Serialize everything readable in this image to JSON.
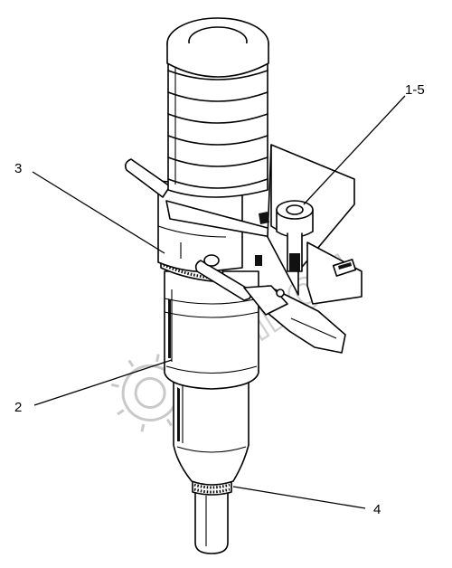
{
  "callouts": {
    "label_1_5": "1-5",
    "label_3": "3",
    "label_2": "2",
    "label_4": "4"
  },
  "watermark": {
    "text": "БУЛЬОН",
    "icon": "gear-logo-icon"
  }
}
